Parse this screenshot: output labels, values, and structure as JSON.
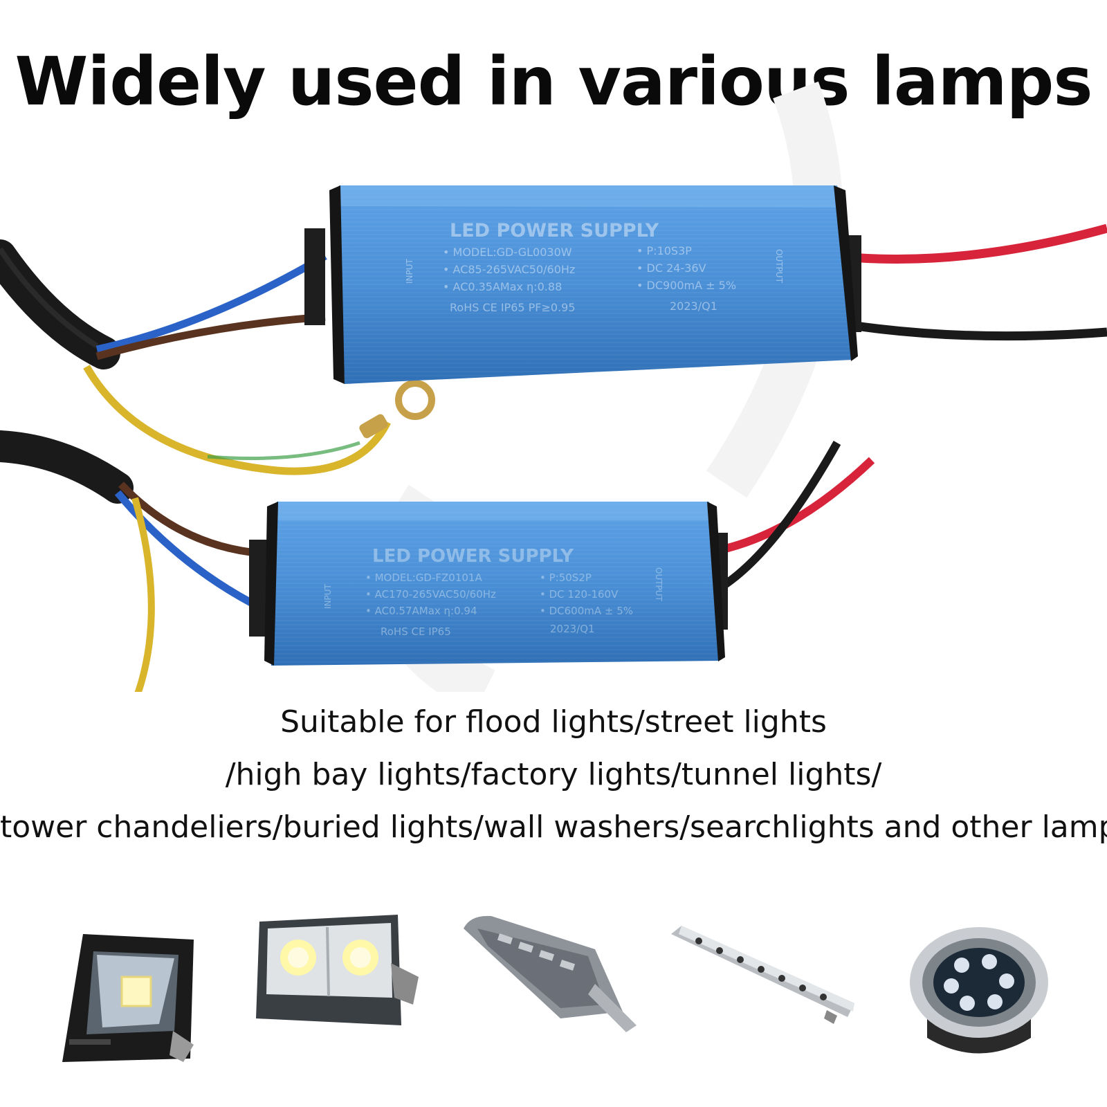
{
  "headline": "Widely used in various lamps",
  "drivers": [
    {
      "title": "LED POWER SUPPLY",
      "left_specs": [
        "• MODEL:GD-GL0030W",
        "• AC85-265VAC50/60Hz",
        "• AC0.35AMax η:0.88"
      ],
      "right_specs": [
        "• P:10S3P",
        "• DC 24-36V",
        "• DC900mA ± 5%"
      ],
      "footer_left": "RoHS  CE  IP65  PF≥0.95",
      "footer_right": "2023/Q1",
      "input_label": "INPUT",
      "output_label": "OUTPUT"
    },
    {
      "title": "LED POWER SUPPLY",
      "left_specs": [
        "• MODEL:GD-FZ0101A",
        "• AC170-265VAC50/60Hz",
        "• AC0.57AMax η:0.94"
      ],
      "right_specs": [
        "• P:50S2P",
        "• DC 120-160V",
        "• DC600mA ± 5%"
      ],
      "footer_left": "RoHS  CE  IP65",
      "footer_right": "2023/Q1",
      "input_label": "INPUT",
      "output_label": "OUTPUT"
    }
  ],
  "caption_lines": [
    "Suitable for flood lights/street lights",
    "/high bay lights/factory lights/tunnel lights/",
    "tower chandeliers/buried lights/wall washers/searchlights and other lamps"
  ],
  "lamp_icons": [
    "flood-light-icon",
    "double-flood-light-icon",
    "street-light-icon",
    "wall-washer-icon",
    "buried-light-icon"
  ],
  "colors": {
    "housing": "#4a8fd6",
    "housing_dark": "#2f6fb5",
    "wire_red": "#d8243a",
    "wire_blue": "#2a62c8",
    "wire_brown": "#5a3320",
    "wire_yellow": "#d9b52c",
    "cable_black": "#1a1a1a"
  }
}
